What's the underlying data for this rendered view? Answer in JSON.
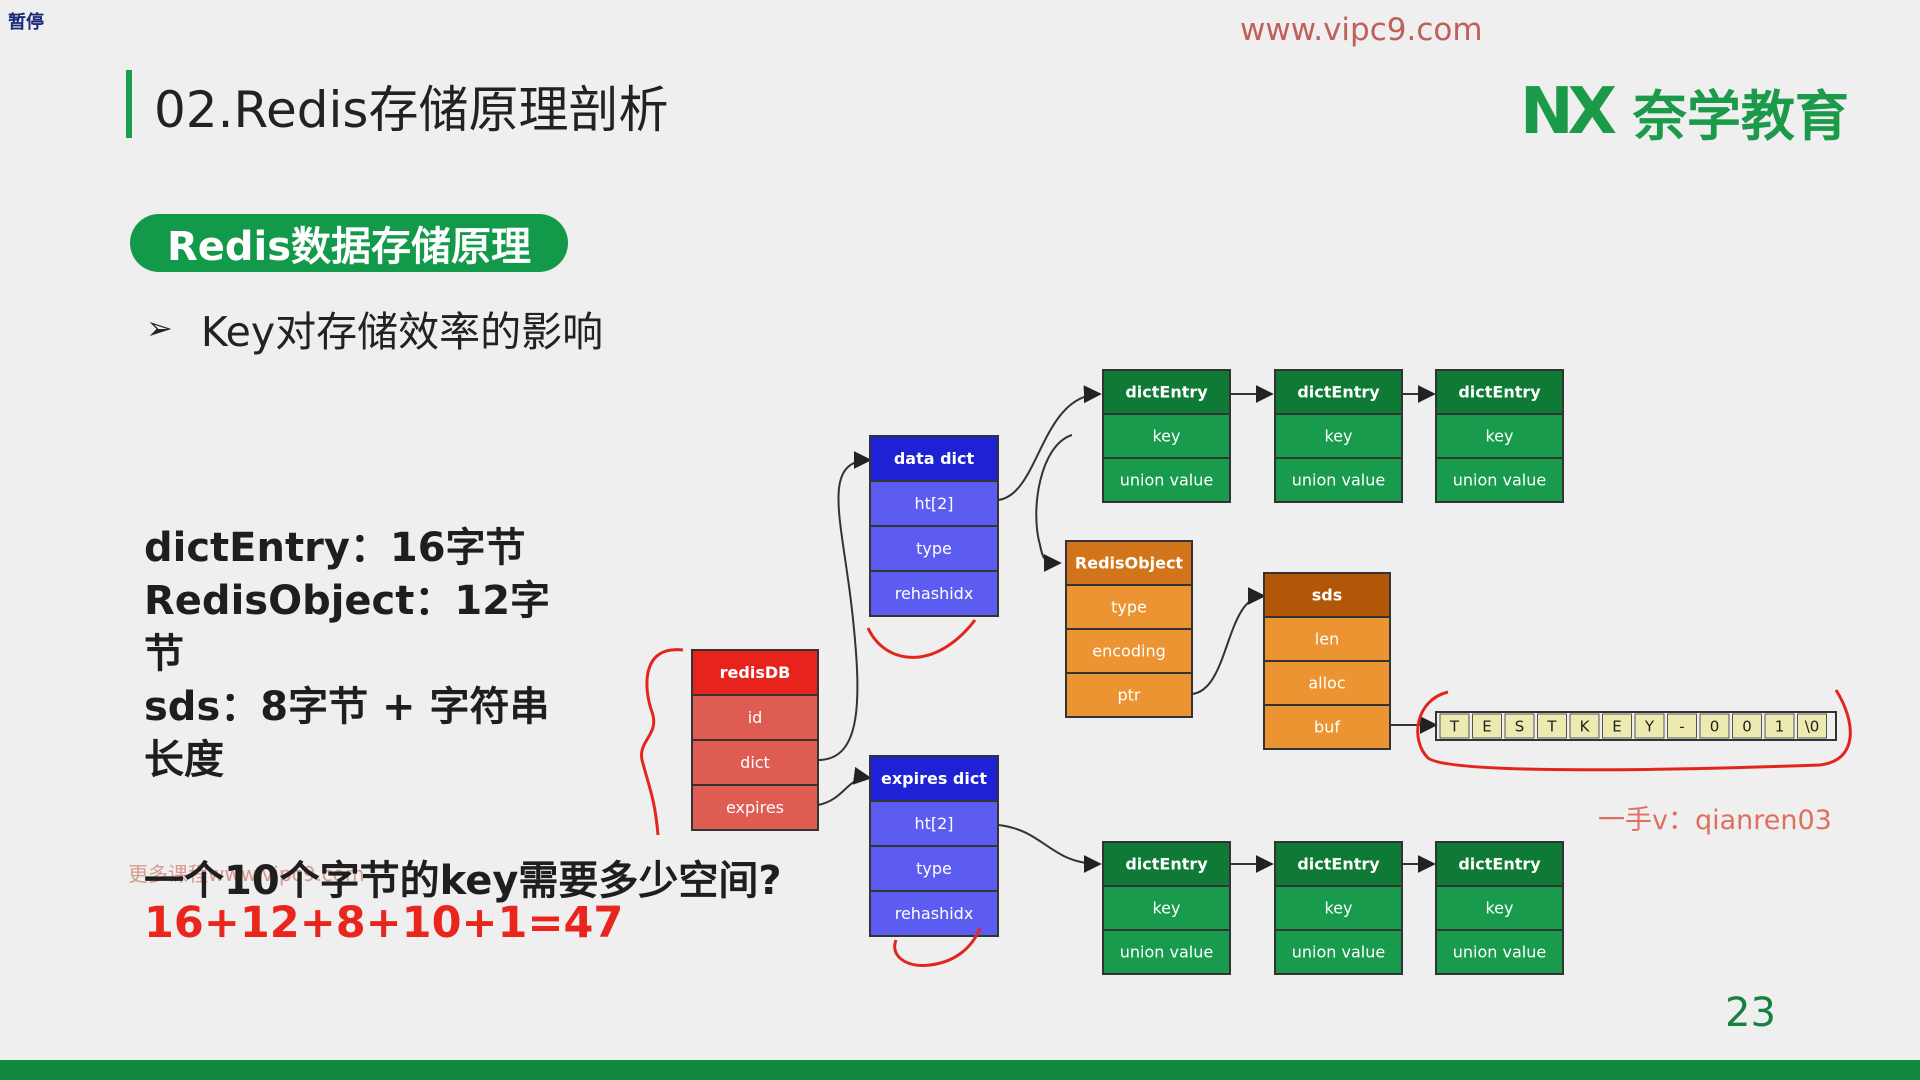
{
  "pause_label": "暂停",
  "watermark_url": "www.vipc9.com",
  "title": "02.Redis存储原理剖析",
  "logo": {
    "mark": "NX",
    "text": "奈学教育"
  },
  "section_pill": "Redis数据存储原理",
  "bullet": "Key对存储效率的影响",
  "sizes": [
    "dictEntry：16字节",
    "RedisObject：12字节",
    "sds：8字节 + 字符串长度"
  ],
  "question": "一个10个字节的key需要多少空间?",
  "answer": "16+12+8+10+1=47",
  "course_watermark": "更多课程www.vipc9.com",
  "contact": "一手v：qianren03",
  "page_number": "23",
  "colors": {
    "brand_green": "#129a4a",
    "red_node": "#e8231c",
    "red_field": "#df5c52",
    "blue_node": "#1f22d4",
    "blue_field": "#5c5df0",
    "green_node": "#0f7a35",
    "green_field": "#199b4d",
    "orange_head_redisobject": "#d2751a",
    "orange_head_sds": "#b25708",
    "orange_field": "#eb9431",
    "string_cell": "#eceab0",
    "annotation_red": "#e3261d"
  },
  "diagram": {
    "redisDB": {
      "header": "redisDB",
      "fields": [
        "id",
        "dict",
        "expires"
      ]
    },
    "data_dict": {
      "header": "data dict",
      "fields": [
        "ht[2]",
        "type",
        "rehashidx"
      ]
    },
    "expires_dict": {
      "header": "expires dict",
      "fields": [
        "ht[2]",
        "type",
        "rehashidx"
      ]
    },
    "dict_entry": {
      "header": "dictEntry",
      "fields": [
        "key",
        "union value"
      ]
    },
    "redis_object": {
      "header": "RedisObject",
      "fields": [
        "type",
        "encoding",
        "ptr"
      ]
    },
    "sds": {
      "header": "sds",
      "fields": [
        "len",
        "alloc",
        "buf"
      ]
    },
    "string_chars": [
      "T",
      "E",
      "S",
      "T",
      "K",
      "E",
      "Y",
      "-",
      "0",
      "0",
      "1",
      "\\0"
    ]
  }
}
